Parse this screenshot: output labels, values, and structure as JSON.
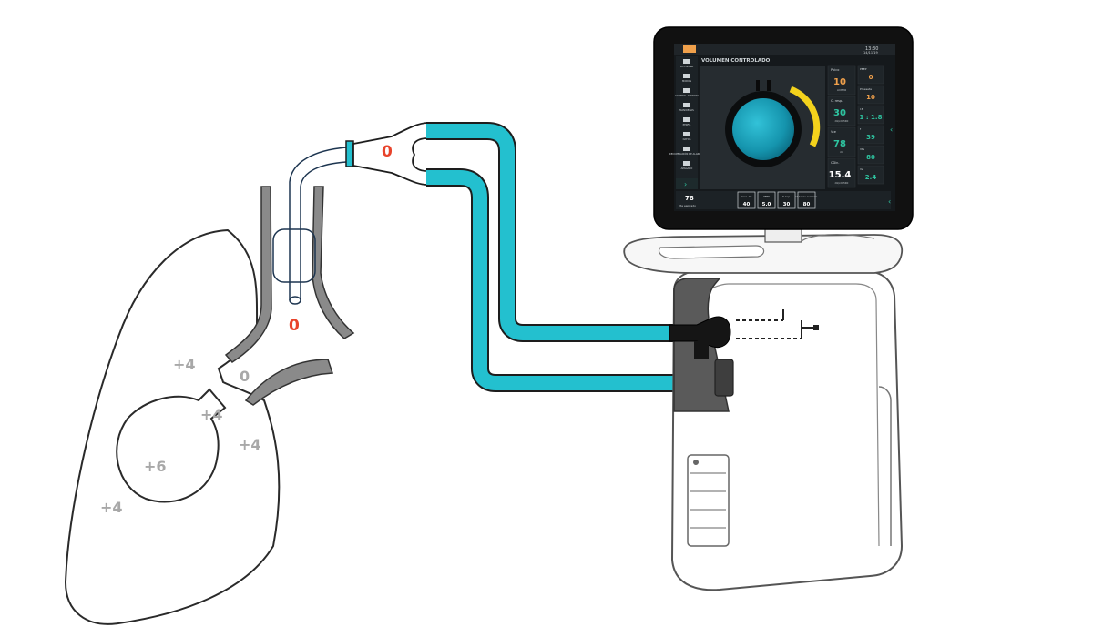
{
  "pressures": {
    "airway_opening": "0",
    "trachea": "0",
    "bronchus": "0",
    "lung_upper": "+4",
    "bronchiole": "+4",
    "lung_mid": "+4",
    "alveolus": "+6",
    "lung_lower": "+4"
  },
  "ventilator": {
    "mode_title": "VOLUMEN CONTROLADO",
    "top_right_time": "13:30",
    "top_right_date": "14/11/19",
    "menu_items": [
      "EN ESPERA",
      "MODOS",
      "CONTROL ALARMAS",
      "MANIOBRAS",
      "PERFIL",
      "DATOS",
      "RECUPERACIÓN DE ALARMAS",
      "APAGADO"
    ],
    "params": [
      {
        "label": "Ppico",
        "value": "10",
        "unit": "cmH2O",
        "color": "#f0a04b"
      },
      {
        "label": "C. resp.",
        "value": "30",
        "unit": "ml/cmH2O",
        "color": "#2ec4a0"
      },
      {
        "label": "Vte",
        "value": "78",
        "unit": "ml",
        "color": "#2ec4a0"
      },
      {
        "label": "CDin.",
        "value": "15.4",
        "unit": "ml/cmH2O",
        "color": "#ffffff"
      }
    ],
    "side_params": [
      {
        "label": "PEEP",
        "value": "0",
        "color": "#f0a04b"
      },
      {
        "label": "Pmeseta",
        "value": "10",
        "color": "#f0a04b"
      },
      {
        "label": "I:E",
        "value": "1 : 1.8",
        "color": "#2ec4a0"
      },
      {
        "label": "f",
        "value": "39",
        "color": "#2ec4a0"
      },
      {
        "label": "Vte",
        "value": "80",
        "color": "#2ec4a0"
      },
      {
        "label": "Ve",
        "value": "2.4",
        "color": "#2ec4a0"
      }
    ],
    "bottom_left_value": "78",
    "bottom_left_label": "Vte espirado",
    "controls": [
      {
        "label": "Conc. O2",
        "value": "40"
      },
      {
        "label": "PEEP",
        "value": "5.0"
      },
      {
        "label": "P. insp.",
        "value": "30"
      },
      {
        "label": "Volumen corriente",
        "value": "80"
      }
    ]
  },
  "colors": {
    "tubing": "#23c0cf",
    "tubing_outline": "#1d1d1d",
    "gauge": "#f3d21c",
    "lung_outline": "#2a2a2a",
    "airway_gray": "#8a8a8a",
    "pressure_gray": "#a8a8a8",
    "pressure_red": "#e8432b",
    "screen_bg": "#15191c",
    "balloon": "#1aa5bd"
  }
}
